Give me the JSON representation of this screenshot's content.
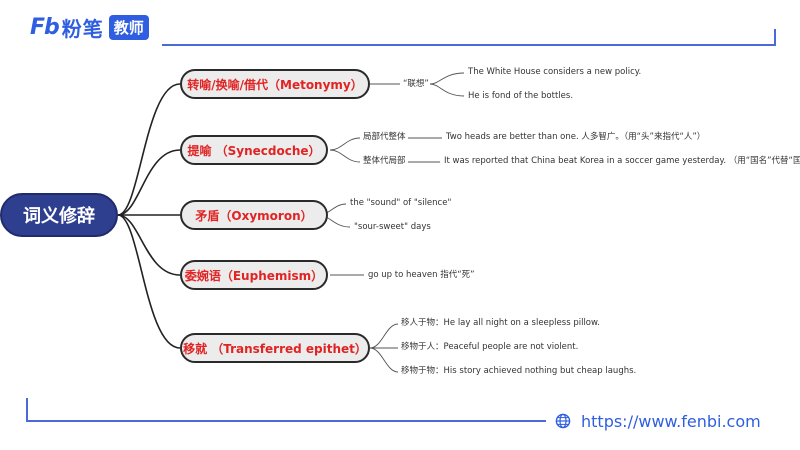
{
  "brand": {
    "mark": "Fb",
    "name": "粉笔",
    "badge": "教师",
    "color": "#2f5fe0"
  },
  "root": {
    "label": "词义修辞"
  },
  "topics": [
    {
      "label": "转喻/换喻/借代（Metonymy）",
      "connector": "“联想”",
      "leaves": [
        "The White House considers a new policy.",
        "He is fond of the bottles."
      ]
    },
    {
      "label": "提喻 （Synecdoche）",
      "branches": [
        {
          "connector": "局部代整体",
          "text": "Two heads are better than one. 人多智广。（用“头”来指代“人”）"
        },
        {
          "connector": "整体代局部",
          "text": "It was reported that China beat Korea in a soccer game yesterday. （用“国名”代替“国足”）"
        }
      ]
    },
    {
      "label": "矛盾（Oxymoron）",
      "leaves": [
        "the \"sound\" of \"silence\"",
        "\"sour-sweet\" days"
      ]
    },
    {
      "label": "委婉语（Euphemism）",
      "leaves": [
        "go up to heaven 指代“死”"
      ]
    },
    {
      "label": "移就 （Transferred epithet）",
      "leaves": [
        "移人于物：He lay all night on a sleepless pillow.",
        "移物于人：Peaceful people are not violent.",
        "移物于物：His story achieved nothing but cheap laughs."
      ]
    }
  ],
  "footer": {
    "icon": "globe-icon",
    "url": "https://www.fenbi.com"
  },
  "colors": {
    "accent": "#4a6ad8",
    "root_bg": "#2f3f8f",
    "topic_text": "#e02424"
  }
}
